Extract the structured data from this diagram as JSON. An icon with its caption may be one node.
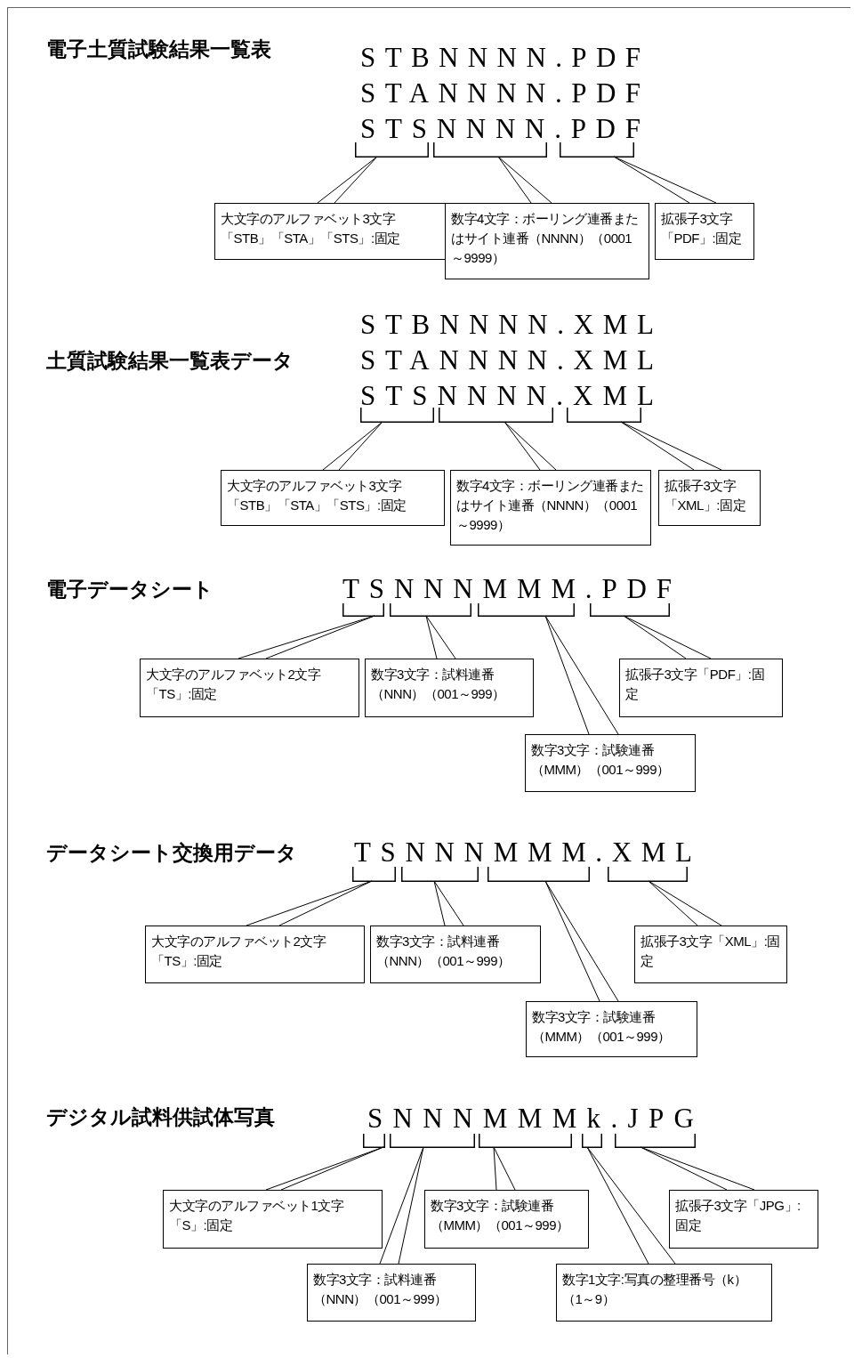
{
  "diagram": {
    "nodes": [
      {
        "text": [],
        "shape": "bracket"
      },
      {
        "text": [],
        "shape": "bracket"
      },
      {
        "text": [],
        "shape": "bracket"
      },
      {
        "text": [
          "大文字のアルファベット3文字「STB」「STA」「STS」:固定"
        ]
      },
      {
        "text": [
          "数字4文字：ボーリング連番またはサイト連番（NNNN）（0001～9999）"
        ]
      },
      {
        "text": [
          "拡張子3文字「PDF」:固定"
        ]
      },
      {
        "text": [],
        "shape": "bracket"
      },
      {
        "text": [],
        "shape": "bracket"
      },
      {
        "text": [],
        "shape": "bracket"
      },
      {
        "text": [
          "大文字のアルファベット3文字「STB」「STA」「STS」:固定"
        ]
      },
      {
        "text": [
          "数字4文字：ボーリング連番またはサイト連番（NNNN）（0001～9999）"
        ]
      },
      {
        "text": [
          "拡張子3文字「XML」:固定"
        ]
      },
      {
        "text": [],
        "shape": "bracket"
      },
      {
        "text": [],
        "shape": "bracket"
      },
      {
        "text": [],
        "shape": "bracket"
      },
      {
        "text": [],
        "shape": "bracket"
      },
      {
        "text": [
          "大文字のアルファベット2文字「TS」:固定"
        ]
      },
      {
        "text": [
          "数字3文字：試料連番（NNN）（001～999）"
        ]
      },
      {
        "text": [
          "拡張子3文字「PDF」:固定"
        ]
      },
      {
        "text": [
          "数字3文字：試験連番（MMM）（001～999）"
        ]
      },
      {
        "text": [],
        "shape": "bracket"
      },
      {
        "text": [],
        "shape": "bracket"
      },
      {
        "text": [],
        "shape": "bracket"
      },
      {
        "text": [],
        "shape": "bracket"
      },
      {
        "text": [
          "大文字のアルファベット2文字「TS」:固定"
        ]
      },
      {
        "text": [
          "数字3文字：試料連番（NNN）（001～999）"
        ]
      },
      {
        "text": [
          "拡張子3文字「XML」:固定"
        ]
      },
      {
        "text": [
          "数字3文字：試験連番（MMM）（001～999）"
        ]
      },
      {
        "text": [],
        "shape": "bracket"
      },
      {
        "text": [],
        "shape": "bracket"
      },
      {
        "text": [],
        "shape": "bracket"
      },
      {
        "text": [],
        "shape": "bracket"
      },
      {
        "text": [],
        "shape": "bracket"
      },
      {
        "text": [
          "大文字のアルファベット1文字「S」:固定"
        ]
      },
      {
        "text": [
          "数字3文字：試験連番（MMM）（001～999）"
        ]
      },
      {
        "text": [
          "拡張子3文字「JPG」:固定"
        ]
      },
      {
        "text": [
          "数字3文字：試料連番（NNN）（001～999）"
        ]
      },
      {
        "text": [
          "数字1文字:写真の整理番号（k）（1～9）"
        ]
      }
    ],
    "edges": [
      {
        "from": 3,
        "to": 0,
        "arrow": "none"
      },
      {
        "from": 4,
        "to": 1,
        "arrow": "none"
      },
      {
        "from": 5,
        "to": 2,
        "arrow": "none"
      },
      {
        "from": 9,
        "to": 6,
        "arrow": "none"
      },
      {
        "from": 10,
        "to": 7,
        "arrow": "none"
      },
      {
        "from": 11,
        "to": 8,
        "arrow": "none"
      },
      {
        "from": 16,
        "to": 12,
        "arrow": "none"
      },
      {
        "from": 17,
        "to": 13,
        "arrow": "none"
      },
      {
        "from": 19,
        "to": 14,
        "arrow": "none"
      },
      {
        "from": 18,
        "to": 15,
        "arrow": "none"
      },
      {
        "from": 24,
        "to": 20,
        "arrow": "none"
      },
      {
        "from": 25,
        "to": 21,
        "arrow": "none"
      },
      {
        "from": 27,
        "to": 22,
        "arrow": "none"
      },
      {
        "from": 26,
        "to": 23,
        "arrow": "none"
      },
      {
        "from": 33,
        "to": 28,
        "arrow": "none"
      },
      {
        "from": 36,
        "to": 29,
        "arrow": "none"
      },
      {
        "from": 34,
        "to": 30,
        "arrow": "none"
      },
      {
        "from": 37,
        "to": 31,
        "arrow": "none"
      },
      {
        "from": 35,
        "to": 32,
        "arrow": "none"
      }
    ],
    "labels": [
      "電子土質試験結果一覧表",
      "STBNNNN.PDF",
      "STANNNN.PDF",
      "STSNNNN.PDF",
      "STBNNNN.XML",
      "土質試験結果一覧表データ",
      "STANNNN.XML",
      "STSNNNN.XML",
      "電子データシート",
      "TSNNNMMM.PDF",
      "データシート交換用データ",
      "TSNNNMMM.XML",
      "デジタル試料供試体写真",
      "SNNNMMMk.JPG"
    ]
  }
}
